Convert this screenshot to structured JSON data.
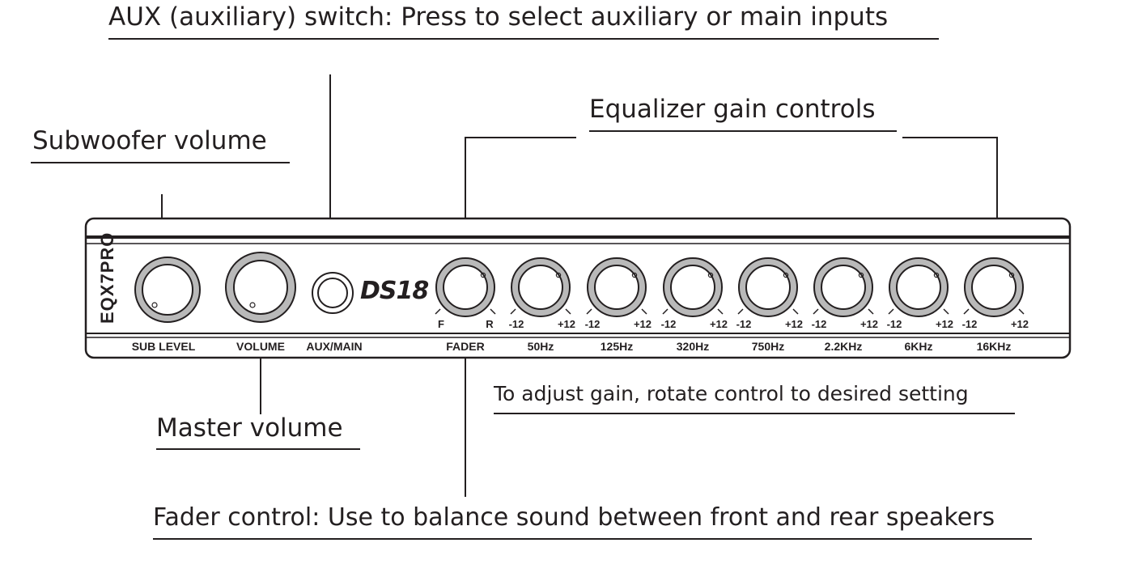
{
  "callouts": {
    "aux": "AUX (auxiliary) switch: Press to select auxiliary or main inputs",
    "eq": "Equalizer gain controls",
    "sub": "Subwoofer volume",
    "master": "Master volume",
    "adjust": "To adjust gain, rotate control to desired setting",
    "fader": "Fader control: Use to balance sound between front and rear speakers"
  },
  "device": {
    "model": "EQX7PRO",
    "brand_logo": "DS18",
    "labels": {
      "sub": "SUB LEVEL",
      "volume": "VOLUME",
      "aux": "AUX/MAIN",
      "fader": "FADER",
      "b50": "50Hz",
      "b125": "125Hz",
      "b320": "320Hz",
      "b750": "750Hz",
      "b2200": "2.2KHz",
      "b6000": "6KHz",
      "b16000": "16KHz"
    },
    "fader_scale": {
      "front": "F",
      "rear": "R"
    },
    "eq_scale": {
      "min": "-12",
      "max": "+12"
    }
  },
  "colors": {
    "ink": "#231f20",
    "background": "#ffffff"
  }
}
